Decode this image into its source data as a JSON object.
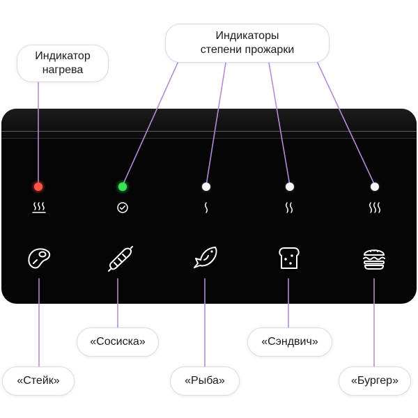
{
  "callouts": {
    "heating_indicator": "Индикатор нагрева",
    "doneness_indicators": [
      "Индикаторы",
      "степени прожарки"
    ]
  },
  "heating_label_lines": [
    "Индикатор",
    "нагрева"
  ],
  "programs": [
    {
      "label": "«Стейк»",
      "icon": "steak-icon",
      "status_icon": "heat-3-waves-icon",
      "led": "red"
    },
    {
      "label": "«Сосиска»",
      "icon": "sausage-icon",
      "status_icon": "checkmark-circle-icon",
      "led": "green"
    },
    {
      "label": "«Рыба»",
      "icon": "fish-icon",
      "status_icon": "heat-1-wave-icon",
      "led": "white"
    },
    {
      "label": "«Сэндвич»",
      "icon": "sandwich-icon",
      "status_icon": "heat-2-waves-icon",
      "led": "white"
    },
    {
      "label": "«Бургер»",
      "icon": "burger-icon",
      "status_icon": "heat-3-waves-icon",
      "led": "white"
    }
  ],
  "colors": {
    "panel": "#050505",
    "leader_line": "#b58ad6",
    "led_red": "#ff5446",
    "led_green": "#38e357",
    "led_white": "#f5f5f5",
    "label_border": "#ddd7ea"
  }
}
